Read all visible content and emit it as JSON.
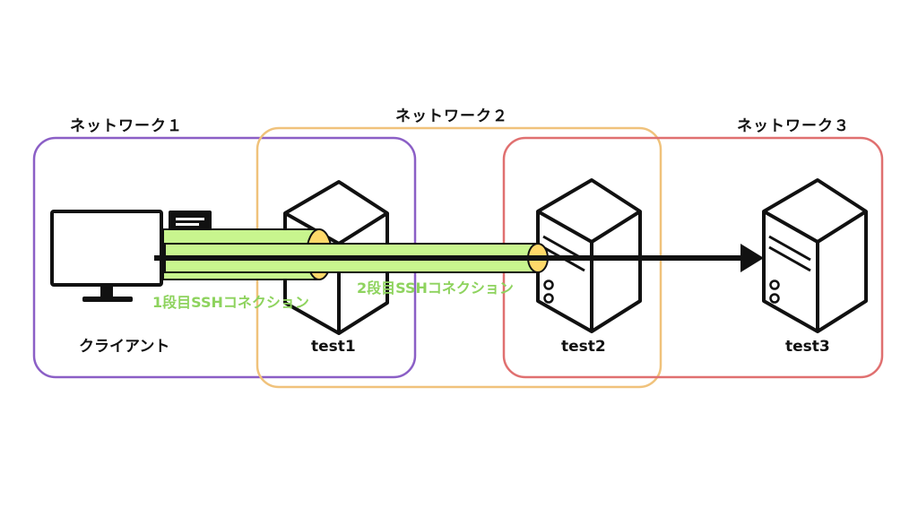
{
  "networks": [
    {
      "id": "net1",
      "label": "ネットワーク１",
      "color": "#8b5fc6"
    },
    {
      "id": "net2",
      "label": "ネットワーク２",
      "color": "#f0c27b"
    },
    {
      "id": "net3",
      "label": "ネットワーク３",
      "color": "#e07070"
    }
  ],
  "hosts": {
    "client": {
      "label": "クライアント"
    },
    "test1": {
      "label": "test1"
    },
    "test2": {
      "label": "test2"
    },
    "test3": {
      "label": "test3"
    }
  },
  "connections": [
    {
      "id": "hop1",
      "label": "1段目SSHコネクション",
      "color": "#c8f58e",
      "end_color": "#ffd96a"
    },
    {
      "id": "hop2",
      "label": "2段目SSHコネクション",
      "color": "#c8f58e",
      "end_color": "#ffd96a"
    }
  ],
  "label_color": "#8ed35e"
}
